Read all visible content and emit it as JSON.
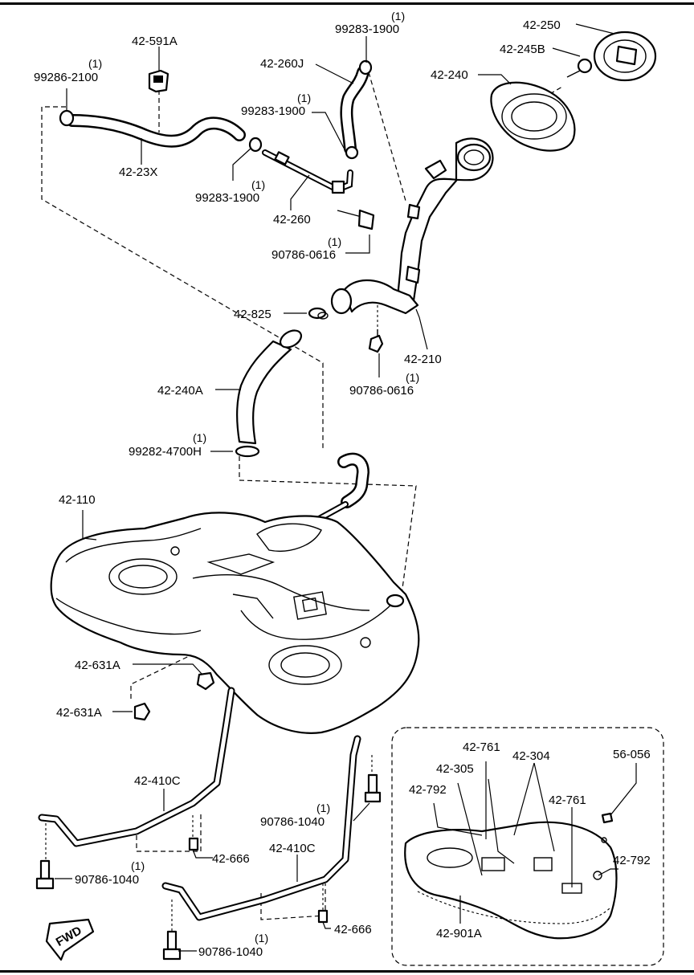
{
  "labels": {
    "l_42_591A": "42-591A",
    "l_99286_2100": "99286-2100",
    "l_42_23X": "42-23X",
    "l_99283_1900_a": "99283-1900",
    "l_42_260J": "42-260J",
    "l_99283_1900_b": "99283-1900",
    "l_99283_1900_c": "99283-1900",
    "l_42_260": "42-260",
    "l_90786_0616_a": "90786-0616",
    "l_42_250": "42-250",
    "l_42_245B": "42-245B",
    "l_42_240": "42-240",
    "l_42_825": "42-825",
    "l_42_210": "42-210",
    "l_90786_0616_b": "90786-0616",
    "l_42_240A": "42-240A",
    "l_99282_4700H": "99282-4700H",
    "l_42_110": "42-110",
    "l_42_631A_a": "42-631A",
    "l_42_631A_b": "42-631A",
    "l_42_410C_a": "42-410C",
    "l_42_410C_b": "42-410C",
    "l_90786_1040_a": "90786-1040",
    "l_90786_1040_b": "90786-1040",
    "l_90786_1040_c": "90786-1040",
    "l_42_666_a": "42-666",
    "l_42_666_b": "42-666",
    "l_42_761_a": "42-761",
    "l_42_304": "42-304",
    "l_42_305": "42-305",
    "l_42_792_a": "42-792",
    "l_56_056": "56-056",
    "l_42_761_b": "42-761",
    "l_42_792_b": "42-792",
    "l_42_901A": "42-901A"
  },
  "quantities": {
    "q1": "(1)",
    "q2": "(1)",
    "q3": "(1)",
    "q4": "(1)",
    "q5": "(1)",
    "q6": "(1)",
    "q7": "(1)",
    "q8": "(1)",
    "q9": "(1)",
    "q10": "(1)"
  },
  "fwd": "FWD"
}
